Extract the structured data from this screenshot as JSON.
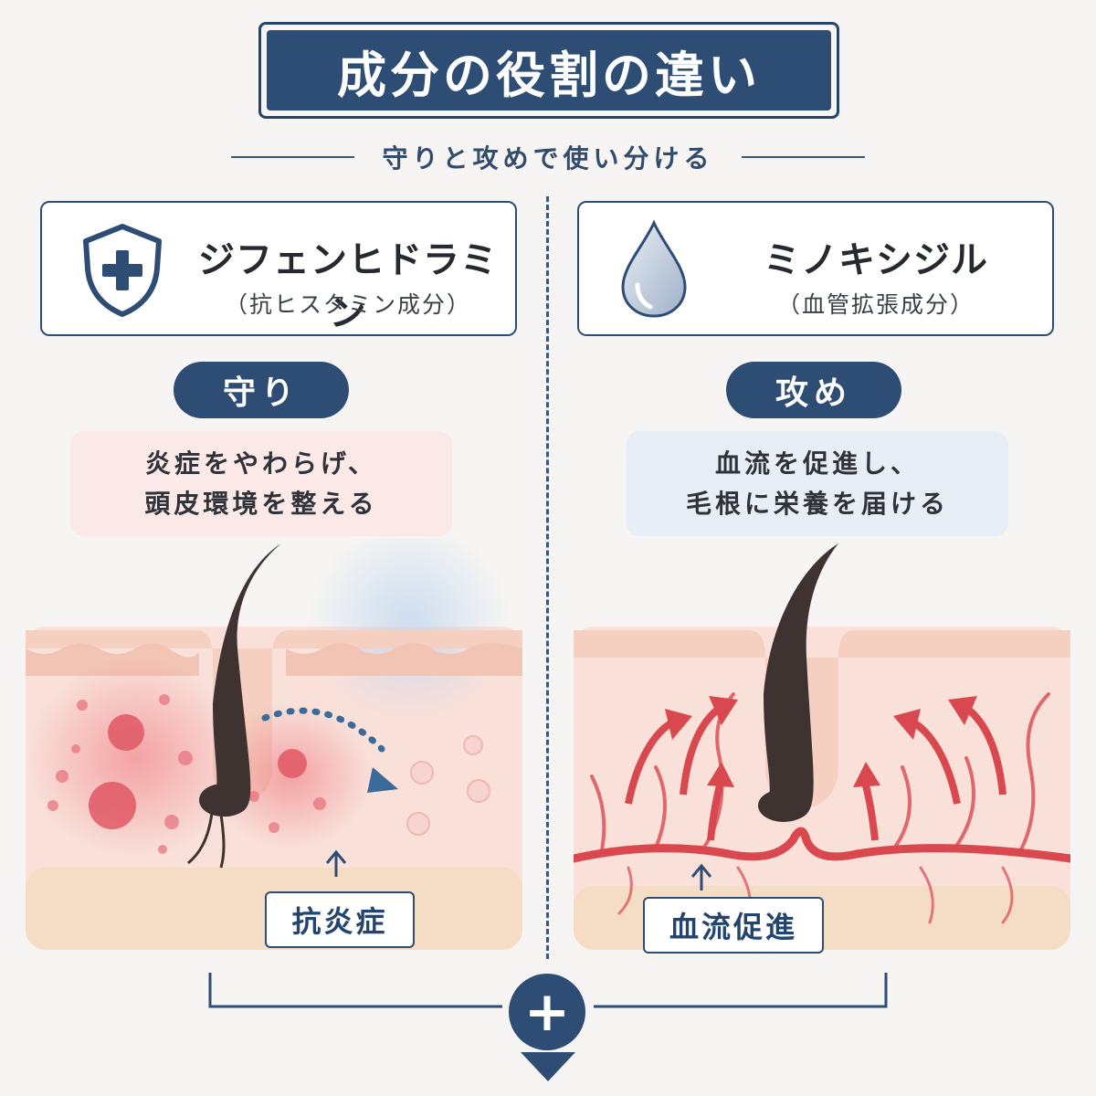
{
  "title": "成分の役割の違い",
  "subtitle": "守りと攻めで使い分ける",
  "left": {
    "name": "ジフェンヒドラミン",
    "category": "（抗ヒスタミン成分）",
    "role": "守り",
    "description_lines": [
      "炎症をやわらげ、",
      "頭皮環境を整える"
    ],
    "effect_label": "抗炎症",
    "icon": "shield-plus-icon"
  },
  "right": {
    "name": "ミノキシジル",
    "category": "（血管拡張成分）",
    "role": "攻め",
    "description_lines": [
      "血流を促進し、",
      "毛根に栄養を届ける"
    ],
    "effect_label": "血流促進",
    "icon": "water-drop-icon"
  },
  "combine_symbol": "+",
  "colors": {
    "navy": "#2e4d74",
    "inflammation": "#e0606a",
    "blood_vessel": "#d9484e",
    "skin": "#f8dcd4"
  }
}
